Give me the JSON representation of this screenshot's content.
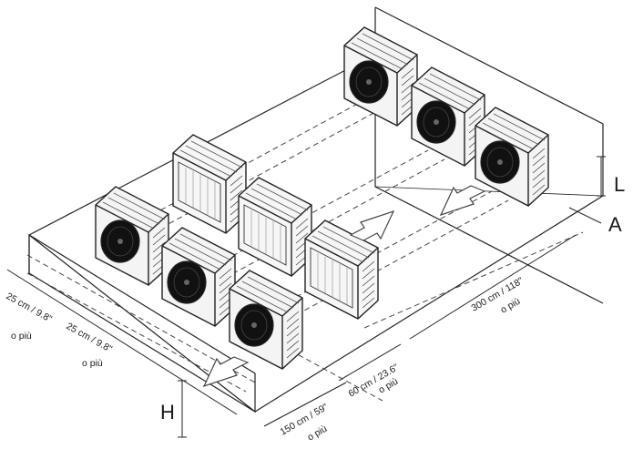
{
  "labels": {
    "side_left_top": "25 cm / 9.8\"",
    "side_left_top_more": "o più",
    "side_left_mid": "25 cm / 9.8\"",
    "side_left_mid_more": "o più",
    "front_clearance": "150 cm / 59\"",
    "front_clearance_more": "o più",
    "row_gap": "60 cm / 23.6\"",
    "row_gap_more": "o più",
    "length": "300 cm / 118\"",
    "length_more": "o più",
    "wall_height_left": "H",
    "wall_height_right": "L",
    "gap_right": "A"
  }
}
